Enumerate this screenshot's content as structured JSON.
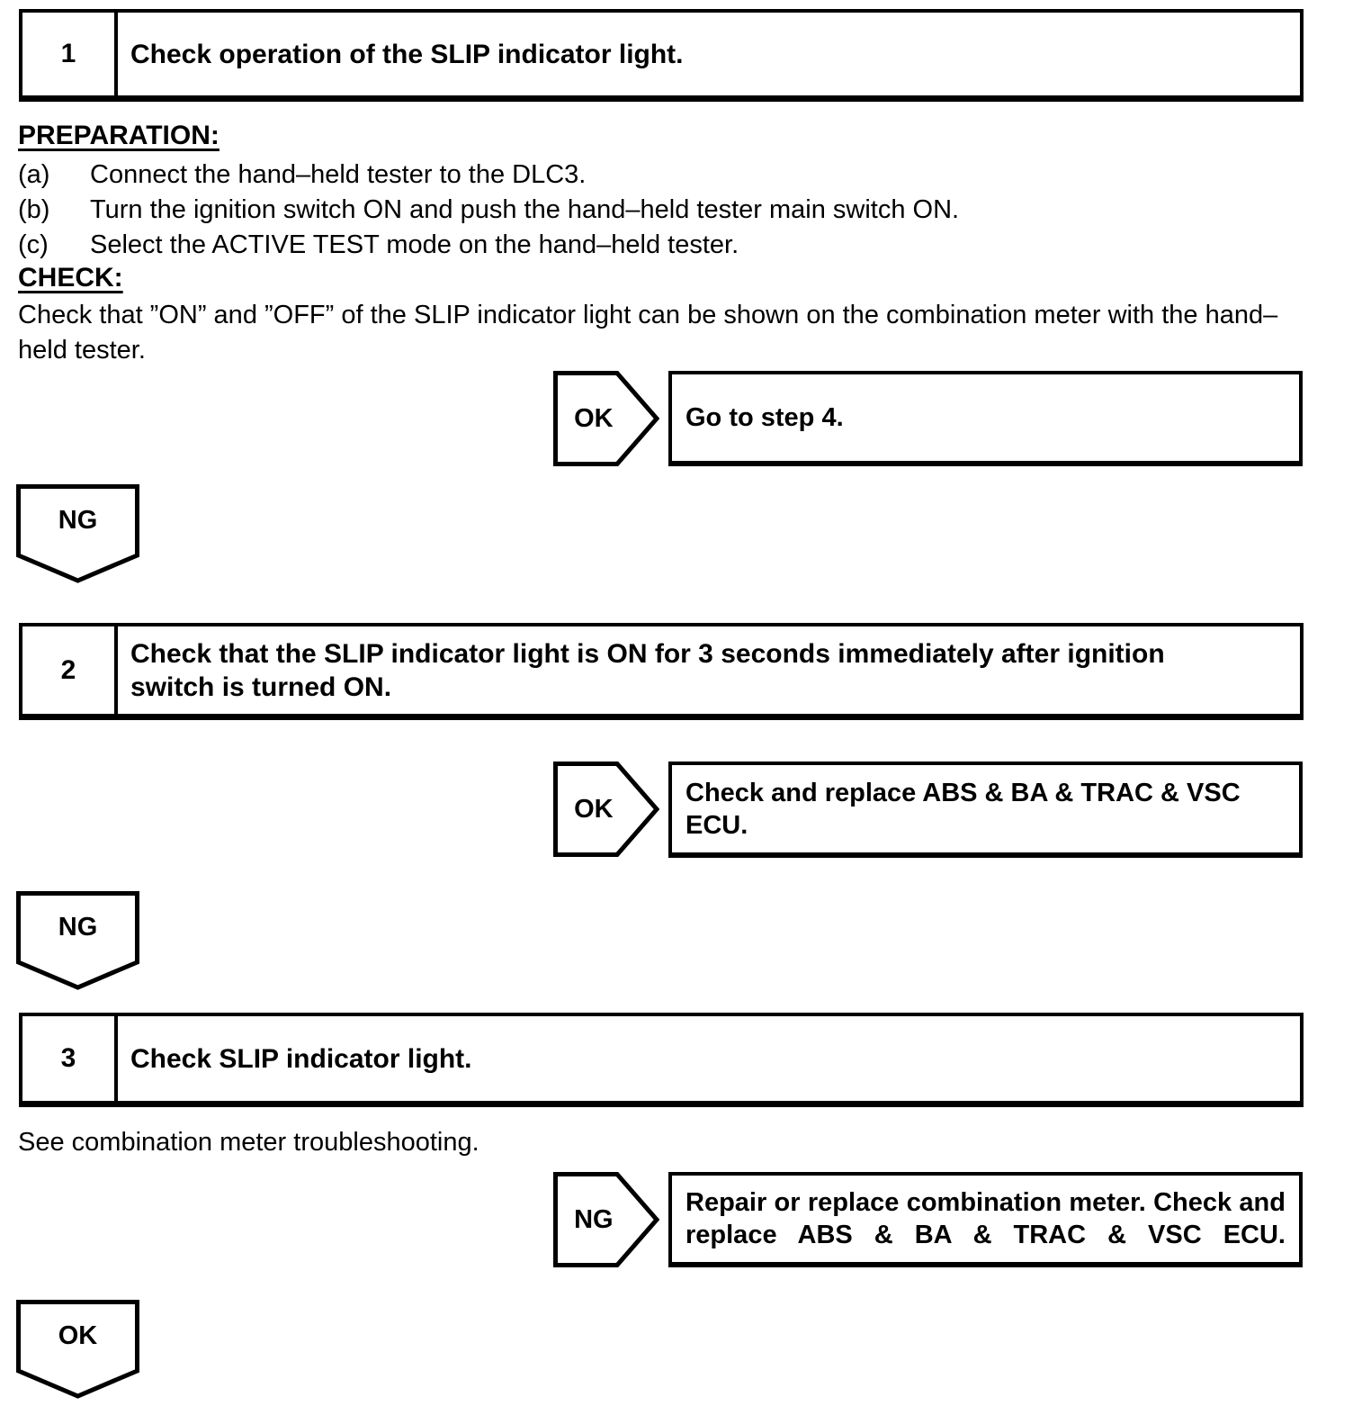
{
  "colors": {
    "ink": "#000000",
    "paper": "#ffffff"
  },
  "steps": [
    {
      "number": "1",
      "title": "Check operation of the SLIP indicator light."
    },
    {
      "number": "2",
      "title": "Check that the SLIP indicator light is ON for 3 seconds immediately after ignition\nswitch is turned ON."
    },
    {
      "number": "3",
      "title": "Check SLIP indicator light."
    }
  ],
  "preparation": {
    "heading": "PREPARATION:",
    "items": [
      {
        "label": "(a)",
        "text": "Connect the hand–held tester to the DLC3."
      },
      {
        "label": "(b)",
        "text": "Turn the ignition switch ON and push the hand–held tester main switch ON."
      },
      {
        "label": "(c)",
        "text": "Select the ACTIVE TEST mode on the hand–held tester."
      }
    ]
  },
  "check": {
    "heading": "CHECK:",
    "text": "Check that ”ON” and ”OFF” of the SLIP indicator light can be shown on the combination meter with the hand–\nheld tester."
  },
  "flow": {
    "result_ok_1": {
      "label": "OK",
      "text": "Go to step 4."
    },
    "connector_ng_1": {
      "label": "NG"
    },
    "result_ok_2": {
      "label": "OK",
      "text": "Check and replace ABS & BA & TRAC & VSC\nECU."
    },
    "connector_ng_2": {
      "label": "NG"
    },
    "step3_note": "See combination meter troubleshooting.",
    "result_ng_3": {
      "label": "NG",
      "text": "Repair or replace combination meter. Check and replace ABS & BA & TRAC & VSC ECU."
    },
    "connector_ok_3": {
      "label": "OK"
    }
  }
}
